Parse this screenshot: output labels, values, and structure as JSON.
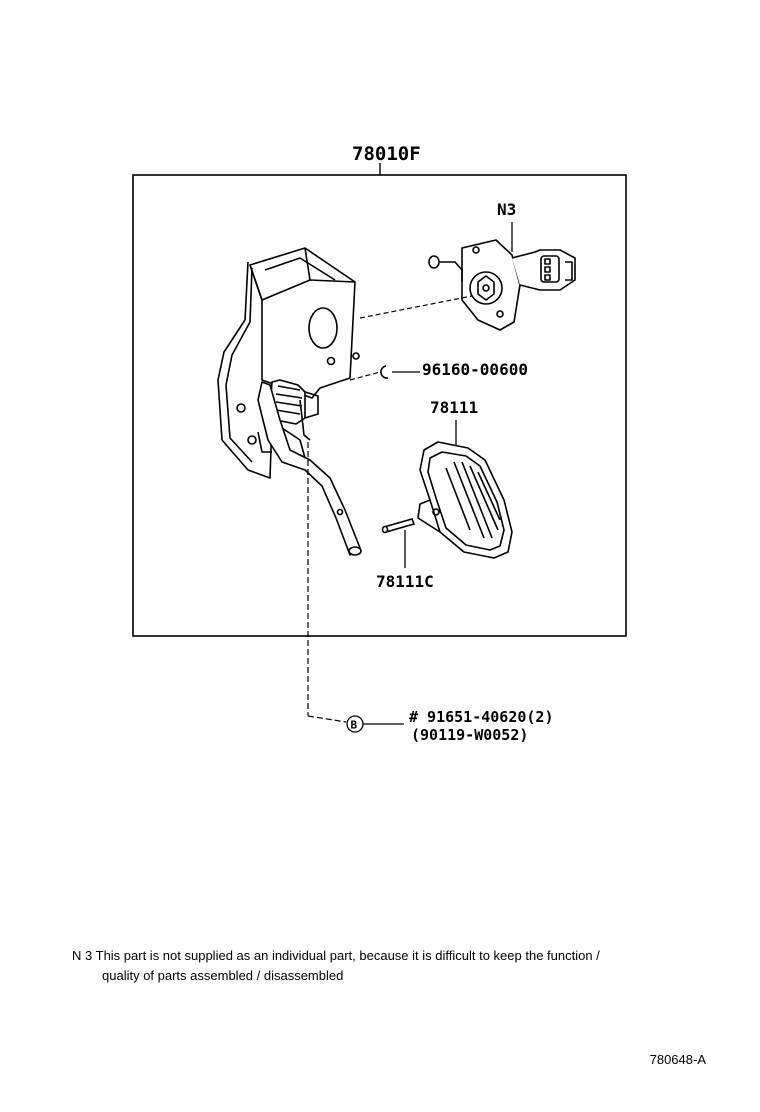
{
  "labels": {
    "assembly": "78010F",
    "sensor": "N3",
    "clip": "96160-00600",
    "pad": "78111",
    "pin": "78111C",
    "bolt_circle": "B",
    "bolt_part": "# 91651-40620(2)",
    "bolt_alt": "(90119-W0052)"
  },
  "note": {
    "code": "N 3",
    "line1": "This part is not supplied as an individual part, because it is difficult to keep the function /",
    "line2": "quality of parts assembled / disassembled"
  },
  "figure_code": "780648-A"
}
